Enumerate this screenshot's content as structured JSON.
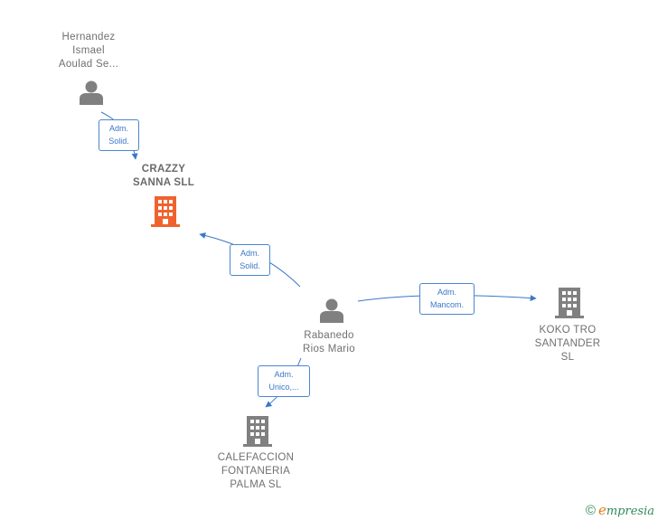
{
  "nodes": {
    "hernandez": {
      "lines": [
        "Hernandez",
        "Ismael",
        "Aoulad Se..."
      ],
      "kind": "person"
    },
    "crazzy": {
      "lines": [
        "CRAZZY",
        "SANNA  SLL"
      ],
      "kind": "company",
      "highlight": true
    },
    "rabanedo": {
      "lines": [
        "Rabanedo",
        "Rios Mario"
      ],
      "kind": "person"
    },
    "koko": {
      "lines": [
        "KOKO TRO",
        "SANTANDER",
        "SL"
      ],
      "kind": "company"
    },
    "calefaccion": {
      "lines": [
        "CALEFACCION",
        "FONTANERIA",
        "PALMA  SL"
      ],
      "kind": "company"
    }
  },
  "relations": {
    "hernandez_crazzy": [
      "Adm.",
      "Solid."
    ],
    "rabanedo_crazzy": [
      "Adm.",
      "Solid."
    ],
    "rabanedo_koko": [
      "Adm.",
      "Mancom."
    ],
    "rabanedo_calefaccion": [
      "Adm.",
      "Unico,..."
    ]
  },
  "colors": {
    "edge": "#3a78c8",
    "person_icon": "#808080",
    "company_icon": "#808080",
    "highlight_company_icon": "#f0622d"
  },
  "footer": {
    "copyright_symbol": "©",
    "brand_first_letter": "e",
    "brand_rest": "mpresia"
  }
}
